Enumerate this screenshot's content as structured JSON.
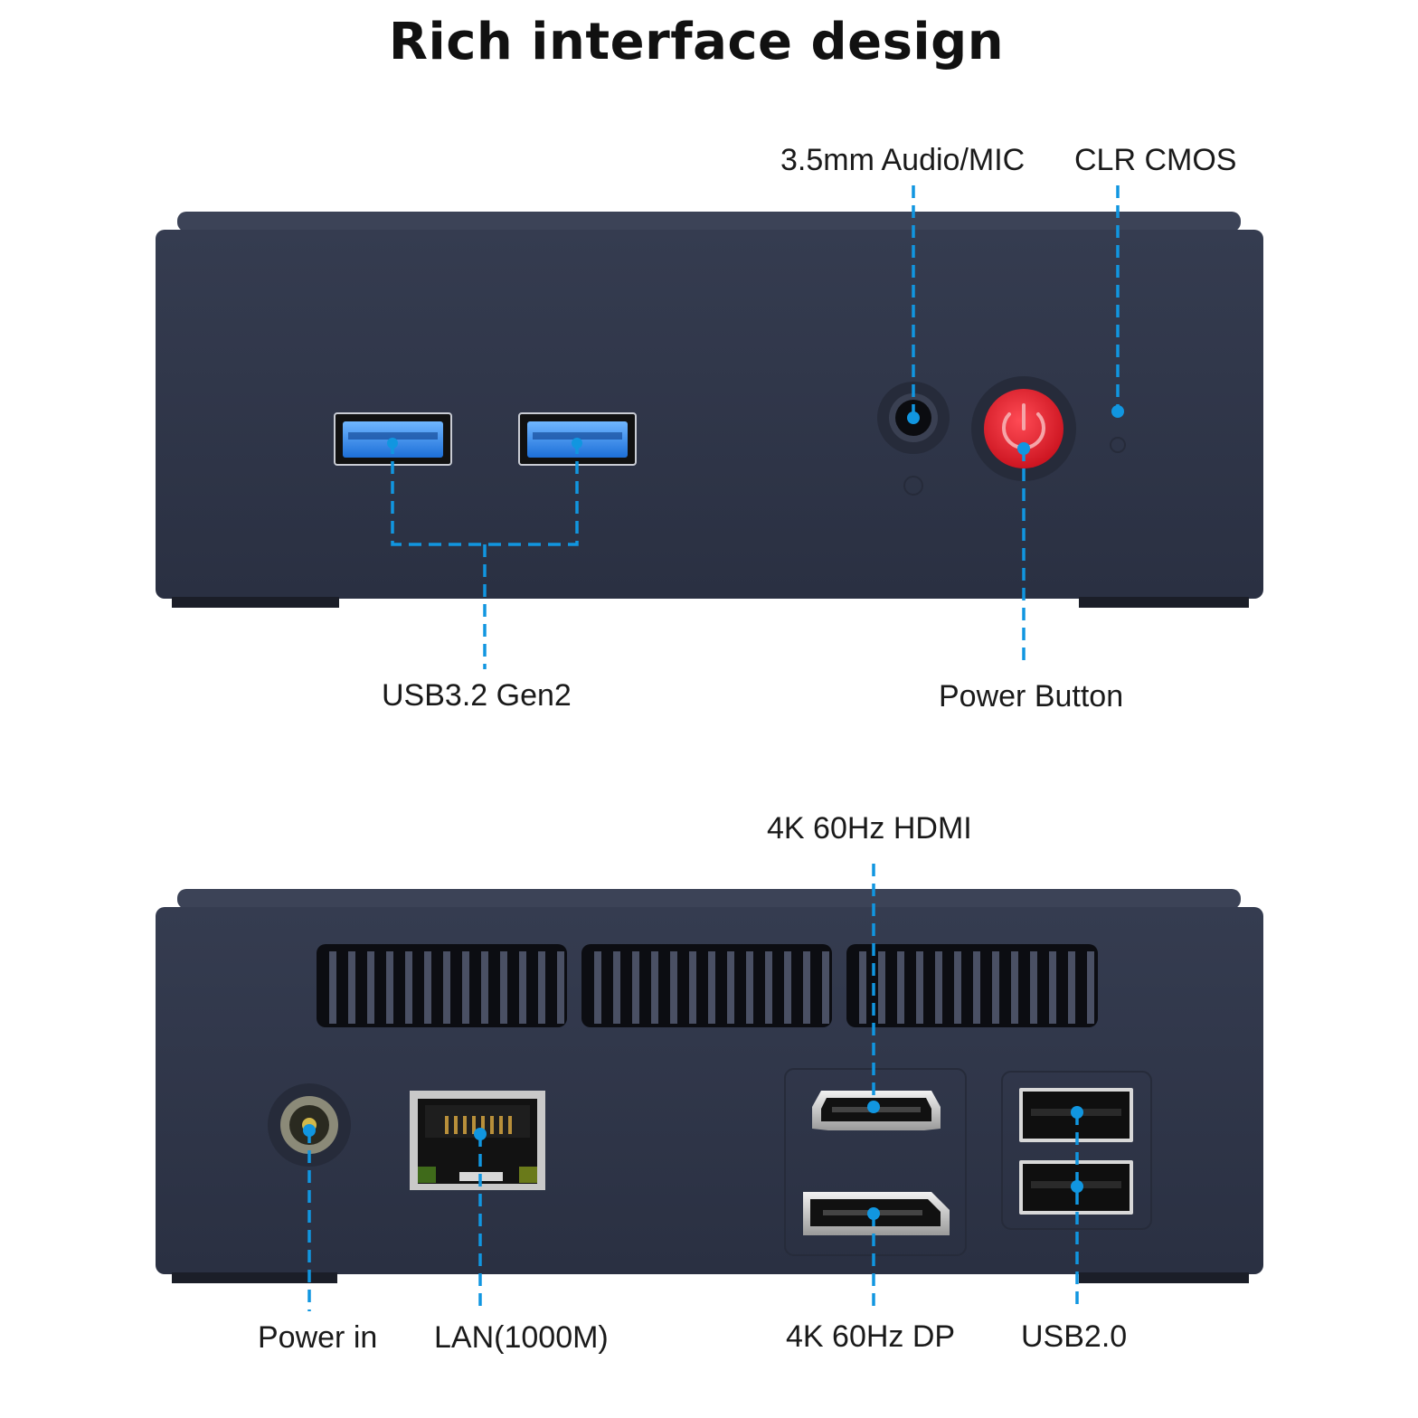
{
  "title": "Rich interface design",
  "front_panel": {
    "labels": {
      "audio": "3.5mm Audio/MIC",
      "cmos": "CLR CMOS",
      "usb32": "USB3.2 Gen2",
      "power_button": "Power Button"
    }
  },
  "rear_panel": {
    "labels": {
      "hdmi": "4K 60Hz HDMI",
      "power_in": "Power in",
      "lan": "LAN(1000M)",
      "dp": "4K 60Hz DP",
      "usb20": "USB2.0"
    }
  },
  "colors": {
    "chassis": "#2f3547",
    "chassis_top": "#3a4155",
    "callout": "#1196e0",
    "usb3_blue": "#2f8ff0",
    "power_red": "#e8202e"
  }
}
